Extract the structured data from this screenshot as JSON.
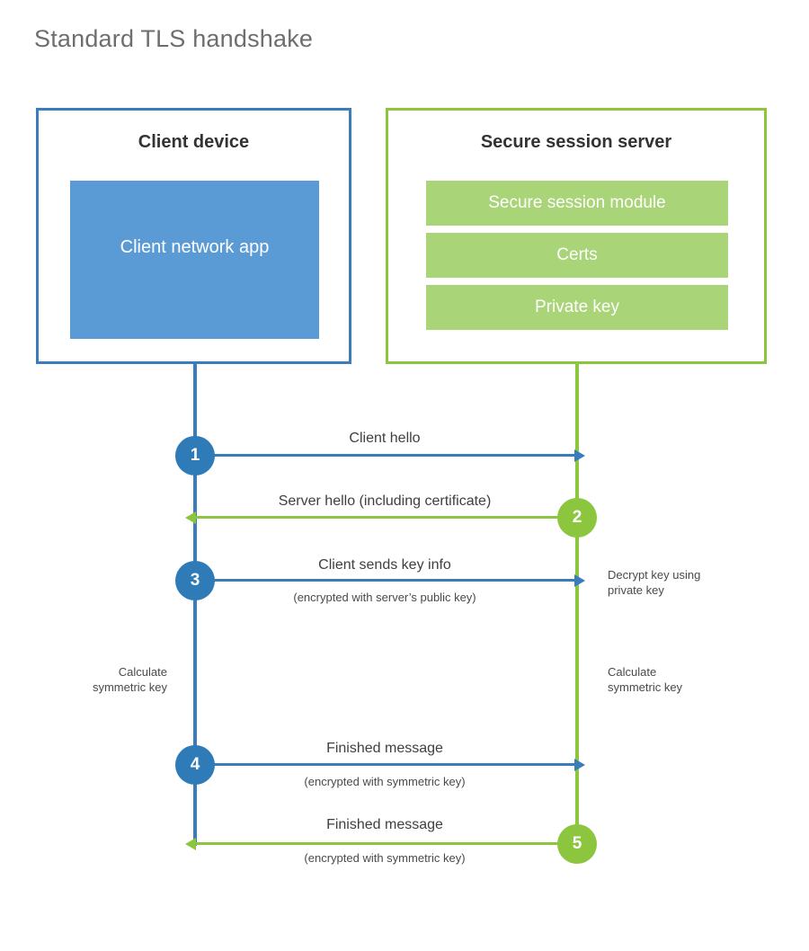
{
  "page": {
    "title": "Standard TLS handshake"
  },
  "client": {
    "title": "Client device",
    "app_label": "Client network app",
    "border_color": "#3a7dbd",
    "fill_color": "#5b9bd5"
  },
  "server": {
    "title": "Secure session server",
    "border_color": "#8cc63f",
    "bar_color": "#a9d477",
    "components": [
      {
        "label": "Secure session module"
      },
      {
        "label": "Certs"
      },
      {
        "label": "Private key"
      }
    ]
  },
  "steps": [
    {
      "number": "1",
      "label": "Client hello",
      "sub": "",
      "direction": "client-to-server",
      "color": "#2e7bb8"
    },
    {
      "number": "2",
      "label": "Server hello (including certificate)",
      "sub": "",
      "direction": "server-to-client",
      "color": "#8cc63f"
    },
    {
      "number": "3",
      "label": "Client sends key info",
      "sub": "(encrypted with server’s public key)",
      "direction": "client-to-server",
      "color": "#2e7bb8"
    },
    {
      "number": "4",
      "label": "Finished message",
      "sub": "(encrypted with symmetric key)",
      "direction": "client-to-server",
      "color": "#2e7bb8"
    },
    {
      "number": "5",
      "label": "Finished message",
      "sub": "(encrypted with symmetric key)",
      "direction": "server-to-client",
      "color": "#8cc63f"
    }
  ],
  "notes": {
    "decrypt": "Decrypt key using\nprivate key",
    "calculate_client": "Calculate\nsymmetric key",
    "calculate_server": "Calculate\nsymmetric key"
  }
}
